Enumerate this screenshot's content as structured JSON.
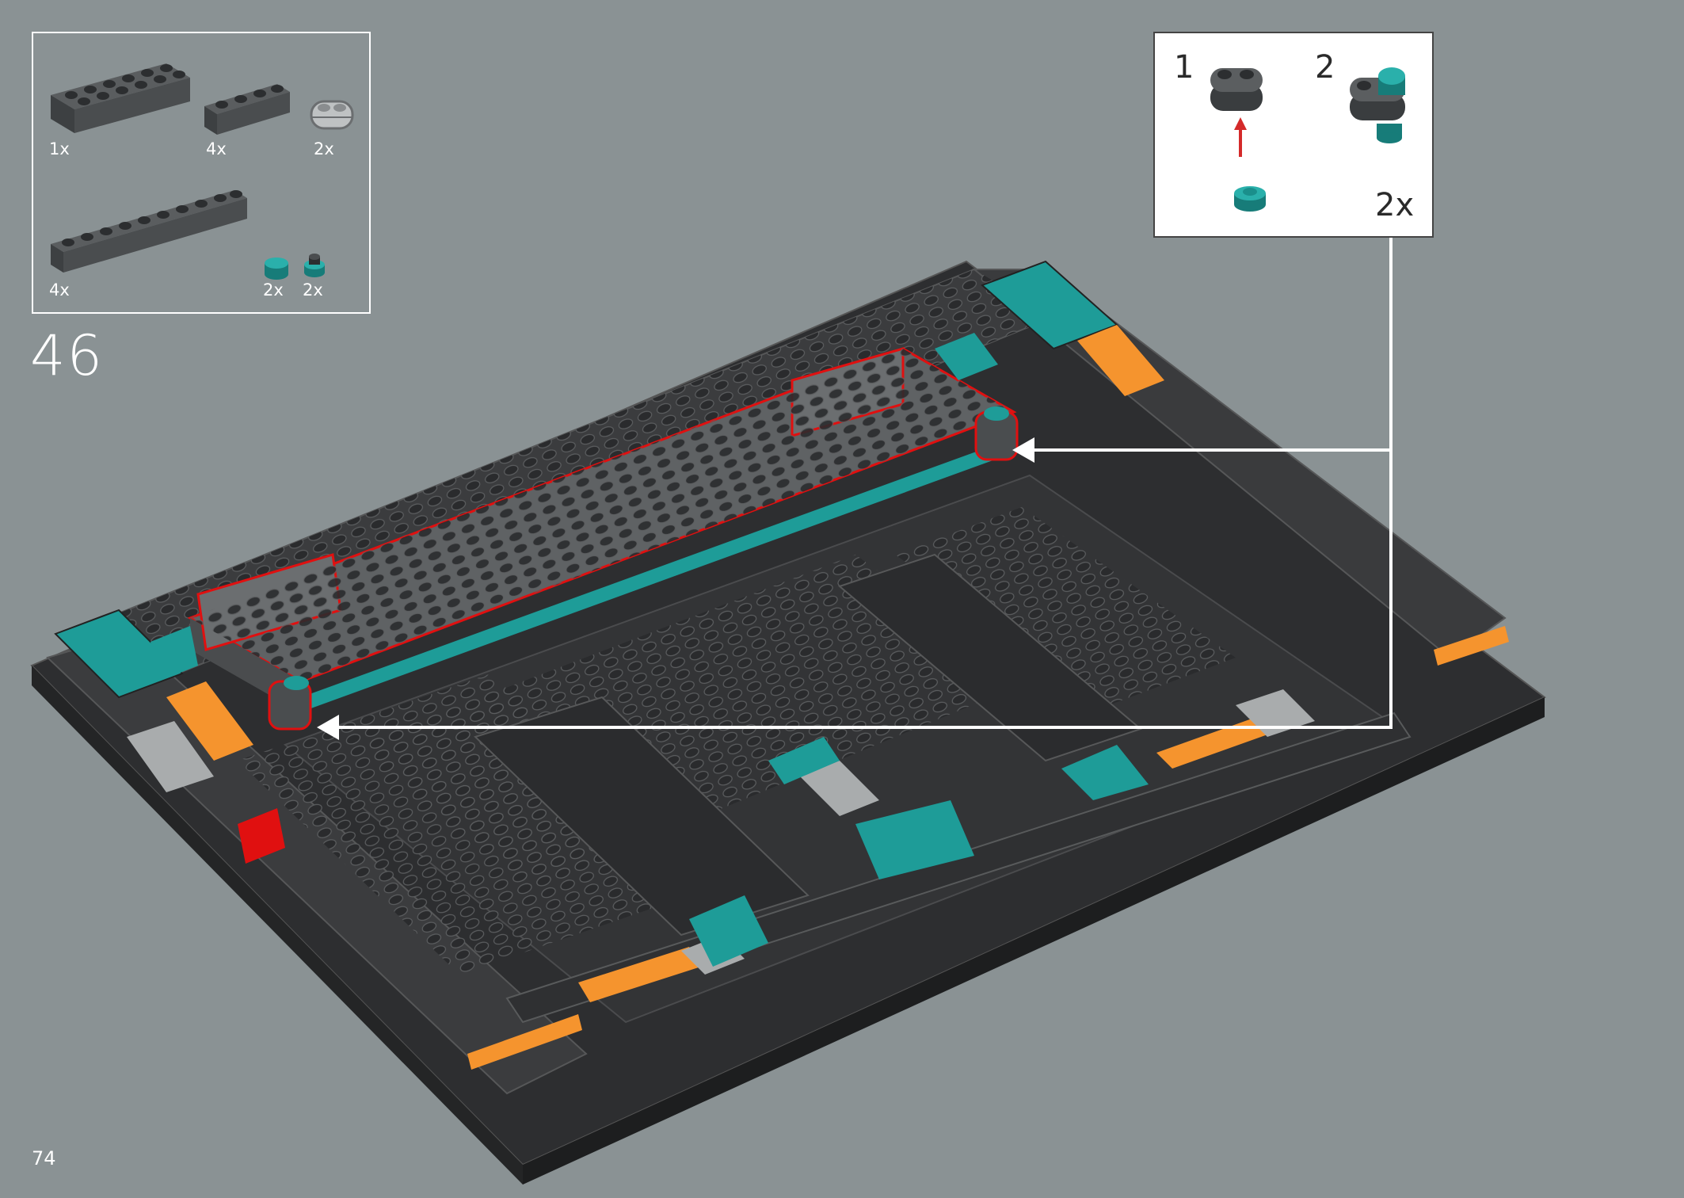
{
  "parts_list": {
    "items": [
      {
        "part": "brick-2x6-dark-gray",
        "qty": "1x"
      },
      {
        "part": "brick-1x4-dark-gray",
        "qty": "4x"
      },
      {
        "part": "plate-2x1-rounded-light-gray",
        "qty": "2x"
      },
      {
        "part": "brick-1x10-dark-gray",
        "qty": "4x"
      },
      {
        "part": "round-plate-1x1-teal",
        "qty": "2x"
      },
      {
        "part": "round-tile-1x1-teal",
        "qty": "2x"
      }
    ]
  },
  "step": {
    "number": "46"
  },
  "subassembly": {
    "step1_label": "1",
    "step2_label": "2",
    "multiplier": "2x"
  },
  "page": {
    "number": "74"
  },
  "colors": {
    "background": "#8a9294",
    "dark_gray": "#3a3a3a",
    "medium_gray": "#6b6e70",
    "teal": "#1e9c98",
    "orange": "#f5942e",
    "red_highlight": "#e01010",
    "light_gray": "#a9acad"
  }
}
